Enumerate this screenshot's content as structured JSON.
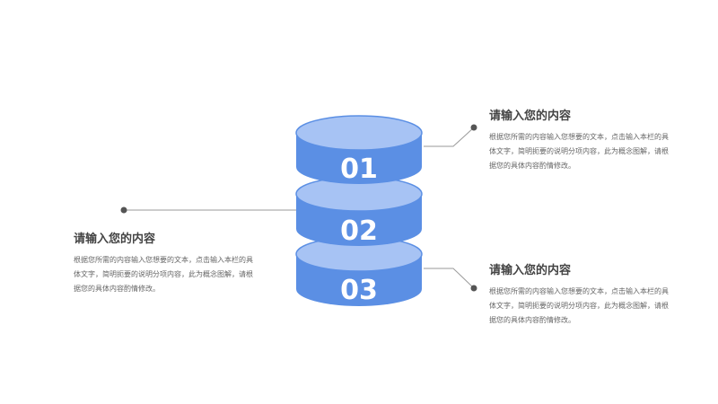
{
  "colors": {
    "accent": "#5b8fe4",
    "top": "#a7c3f4",
    "line": "#9a9a9a",
    "dot": "#555555"
  },
  "tiers": [
    {
      "number": "01"
    },
    {
      "number": "02"
    },
    {
      "number": "03"
    }
  ],
  "blocks": [
    {
      "title": "请输入您的内容",
      "body": "根据您所需的内容输入您想要的文本，点击输入本栏的具体文字，简明扼要的说明分项内容，此为概念图解，请根据您的具体内容酌情修改。"
    },
    {
      "title": "请输入您的内容",
      "body": "根据您所需的内容输入您想要的文本，点击输入本栏的具体文字，简明扼要的说明分项内容，此为概念图解，请根据您的具体内容酌情修改。"
    },
    {
      "title": "请输入您的内容",
      "body": "根据您所需的内容输入您想要的文本，点击输入本栏的具体文字，简明扼要的说明分项内容，此为概念图解，请根据您的具体内容酌情修改。"
    }
  ]
}
